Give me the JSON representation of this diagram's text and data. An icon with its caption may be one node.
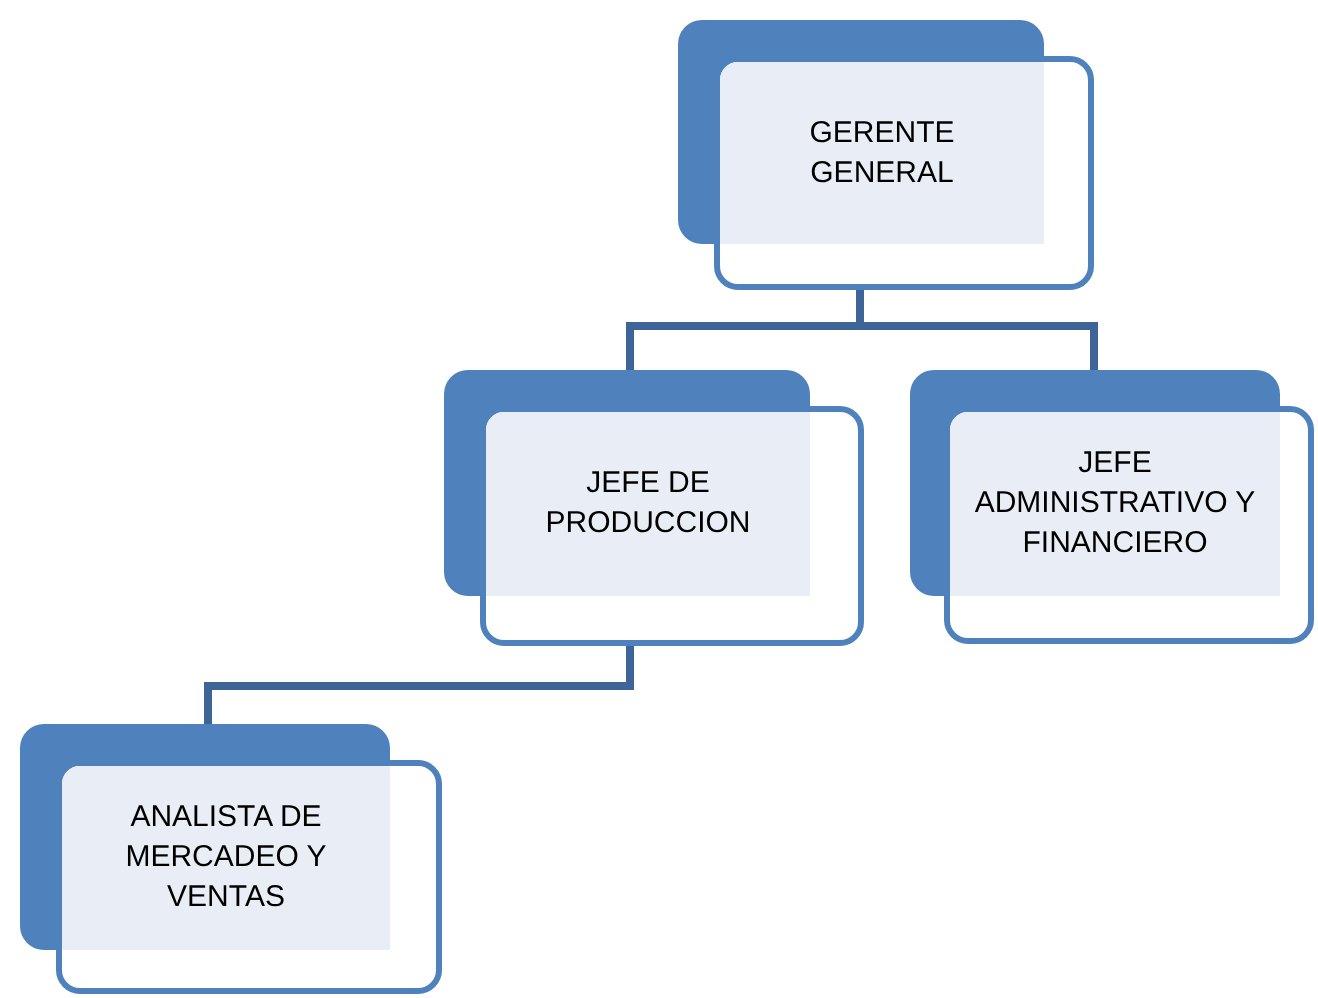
{
  "diagram": {
    "nodes": [
      {
        "text": [
          "GERENTE GENERAL"
        ]
      },
      {
        "text": [
          "JEFE DE PRODUCCION"
        ]
      },
      {
        "text": [
          "JEFE ADMINISTRATIVO Y FINANCIERO"
        ]
      },
      {
        "text": [
          "ANALISTA DE MERCADEO Y VENTAS"
        ]
      }
    ],
    "edges": [
      {
        "from": 0,
        "to": 1,
        "arrow": "none"
      },
      {
        "from": 0,
        "to": 2,
        "arrow": "none"
      },
      {
        "from": 1,
        "to": 3,
        "arrow": "none"
      }
    ]
  }
}
